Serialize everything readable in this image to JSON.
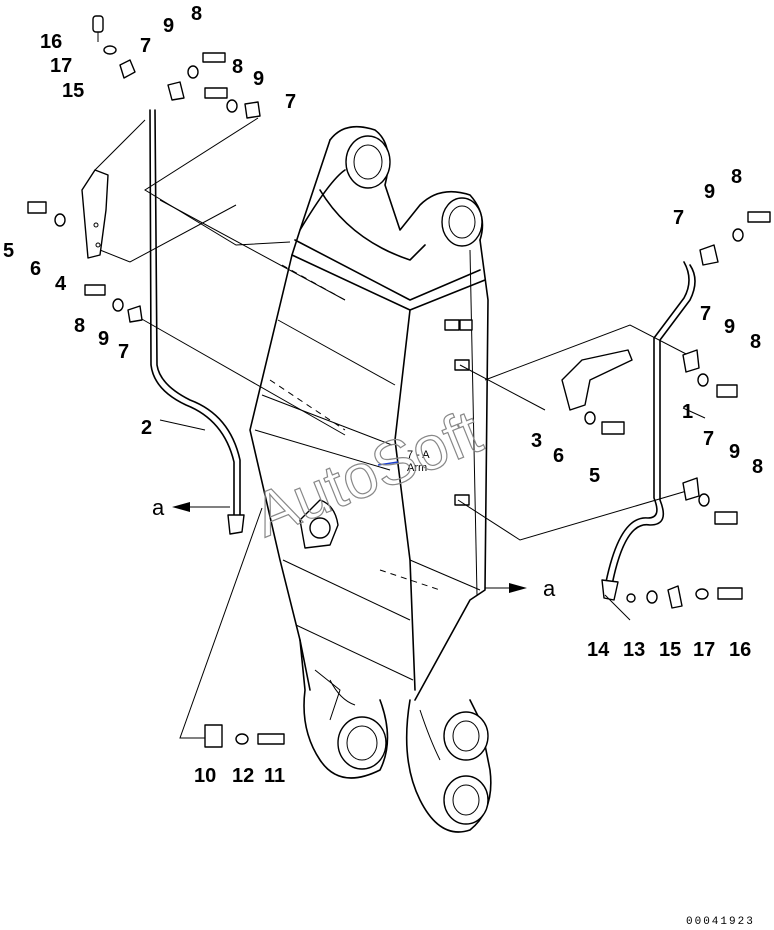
{
  "watermark": "AutoSoft",
  "drawing_number": "00041923",
  "view_reference": "a",
  "arm_label_line1": "7 - A",
  "arm_label_line2": "Arm",
  "callouts": [
    "16",
    "17",
    "15",
    "7",
    "9",
    "8",
    "8",
    "9",
    "7",
    "5",
    "6",
    "4",
    "8",
    "9",
    "7",
    "2",
    "1",
    "9",
    "8",
    "7",
    "7",
    "9",
    "8",
    "3",
    "6",
    "5",
    "7",
    "9",
    "8",
    "14",
    "13",
    "15",
    "17",
    "16",
    "10",
    "12",
    "11"
  ]
}
